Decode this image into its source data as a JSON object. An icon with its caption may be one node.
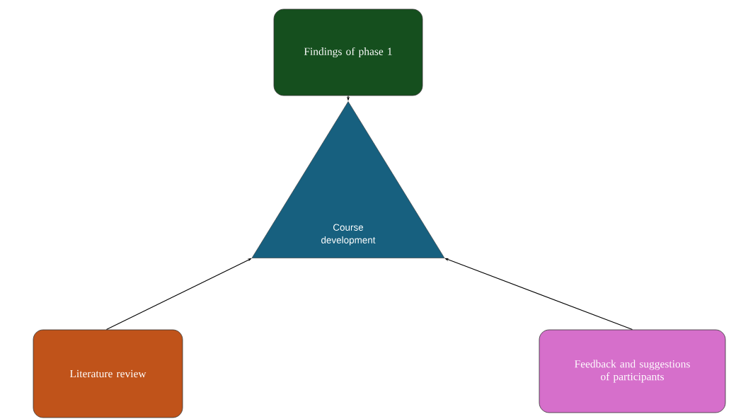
{
  "diagram": {
    "nodes": [
      {
        "text": [
          "Findings of phase 1"
        ]
      },
      {
        "text": [
          "Course development"
        ]
      },
      {
        "text": [
          "Literature review"
        ]
      },
      {
        "text": [
          "Feedback and suggestions of participants"
        ]
      }
    ],
    "edges": [
      {
        "from": 0,
        "to": 1,
        "arrow": "to"
      },
      {
        "from": 2,
        "to": 1,
        "arrow": "to"
      },
      {
        "from": 3,
        "to": 1,
        "arrow": "to"
      }
    ]
  }
}
